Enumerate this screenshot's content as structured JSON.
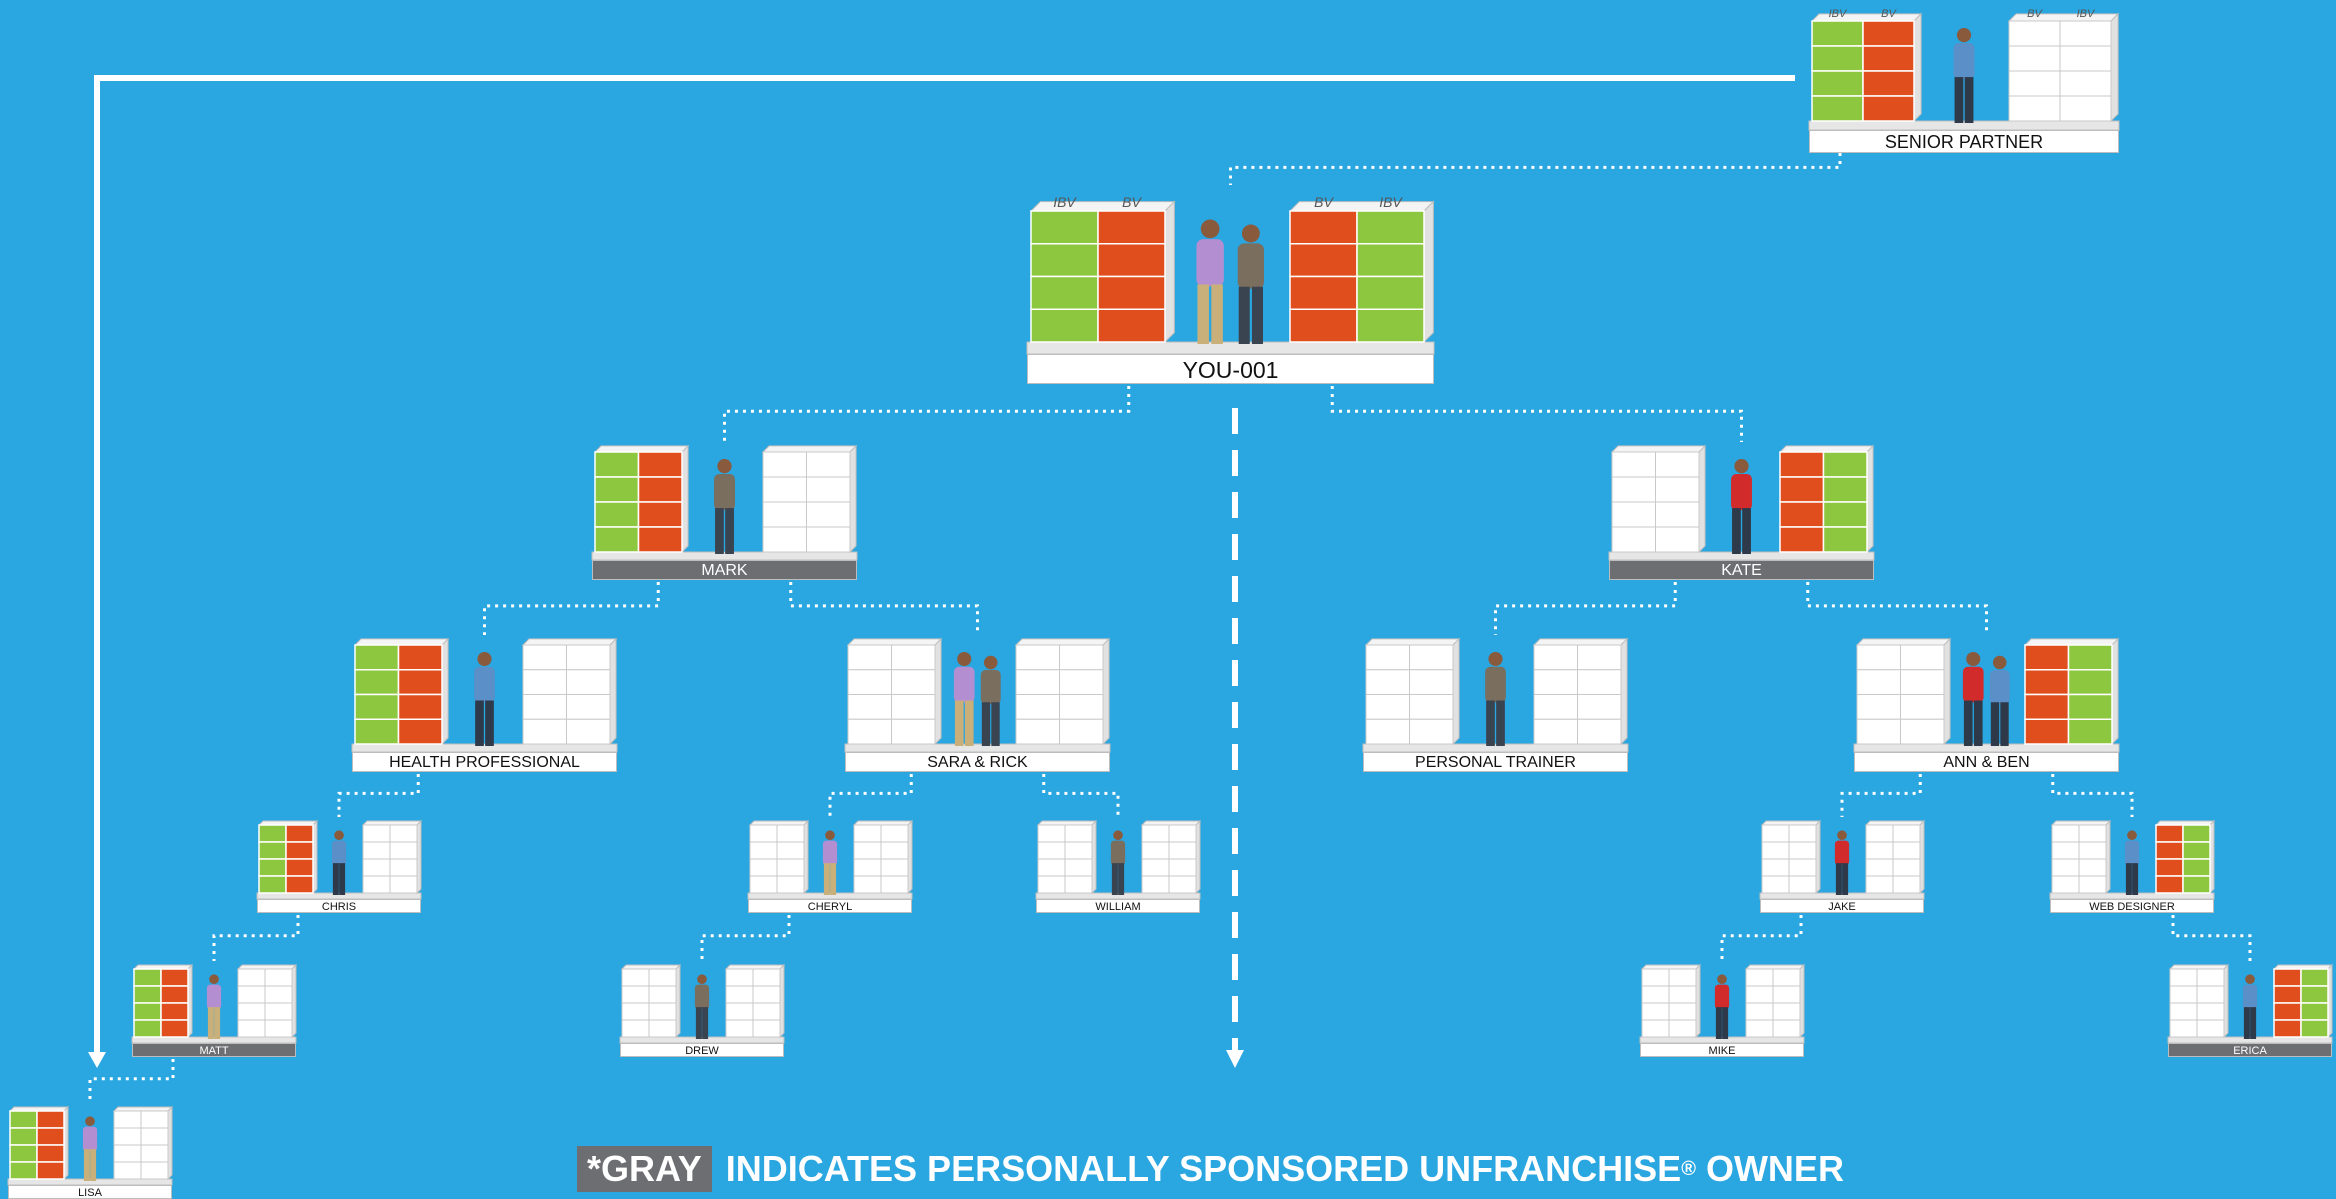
{
  "diagram": {
    "footnote": {
      "highlight": "*GRAY",
      "text": "INDICATES PERSONALLY SPONSORED UNFRANCHISE",
      "reg": "®",
      "tail": "OWNER"
    },
    "column_headers": {
      "ibv": "IBV",
      "bv": "BV"
    },
    "colors": {
      "background": "#2AA6E1",
      "ibv_green": "#8DC63F",
      "bv_red": "#E04E1E",
      "gray_label": "#6D6E71",
      "empty_box": "#FFFFFF"
    },
    "nodes": [
      {
        "id": "senior",
        "label": "SENIOR PARTNER",
        "gray": false,
        "left_fill": "ibv-bv",
        "right_fill": "none",
        "headers": true,
        "people": 1
      },
      {
        "id": "you",
        "label": "YOU-001",
        "gray": false,
        "left_fill": "ibv-bv",
        "right_fill": "bv-ibv",
        "headers": true,
        "people": 2
      },
      {
        "id": "mark",
        "label": "MARK",
        "gray": true,
        "left_fill": "ibv-bv",
        "right_fill": "none",
        "headers": false,
        "people": 1
      },
      {
        "id": "kate",
        "label": "KATE",
        "gray": true,
        "left_fill": "none",
        "right_fill": "bv-ibv",
        "headers": false,
        "people": 1
      },
      {
        "id": "health",
        "label": "HEALTH PROFESSIONAL",
        "gray": false,
        "left_fill": "ibv-bv",
        "right_fill": "none",
        "headers": false,
        "people": 1
      },
      {
        "id": "sara",
        "label": "SARA & RICK",
        "gray": false,
        "left_fill": "none",
        "right_fill": "none",
        "headers": false,
        "people": 2
      },
      {
        "id": "trainer",
        "label": "PERSONAL TRAINER",
        "gray": false,
        "left_fill": "none",
        "right_fill": "none",
        "headers": false,
        "people": 1
      },
      {
        "id": "annben",
        "label": "ANN & BEN",
        "gray": false,
        "left_fill": "none",
        "right_fill": "bv-ibv",
        "headers": false,
        "people": 2
      },
      {
        "id": "chris",
        "label": "CHRIS",
        "gray": false,
        "left_fill": "ibv-bv",
        "right_fill": "none",
        "headers": false,
        "people": 1
      },
      {
        "id": "cheryl",
        "label": "CHERYL",
        "gray": false,
        "left_fill": "none",
        "right_fill": "none",
        "headers": false,
        "people": 1
      },
      {
        "id": "william",
        "label": "WILLIAM",
        "gray": false,
        "left_fill": "none",
        "right_fill": "none",
        "headers": false,
        "people": 1
      },
      {
        "id": "jake",
        "label": "JAKE",
        "gray": false,
        "left_fill": "none",
        "right_fill": "none",
        "headers": false,
        "people": 1
      },
      {
        "id": "webdesigner",
        "label": "WEB DESIGNER",
        "gray": false,
        "left_fill": "none",
        "right_fill": "bv-ibv",
        "headers": false,
        "people": 1
      },
      {
        "id": "matt",
        "label": "MATT",
        "gray": true,
        "left_fill": "ibv-bv",
        "right_fill": "none",
        "headers": false,
        "people": 1
      },
      {
        "id": "drew",
        "label": "DREW",
        "gray": false,
        "left_fill": "none",
        "right_fill": "none",
        "headers": false,
        "people": 1
      },
      {
        "id": "mike",
        "label": "MIKE",
        "gray": false,
        "left_fill": "none",
        "right_fill": "none",
        "headers": false,
        "people": 1
      },
      {
        "id": "erica",
        "label": "ERICA",
        "gray": true,
        "left_fill": "none",
        "right_fill": "bv-ibv",
        "headers": false,
        "people": 1
      },
      {
        "id": "lisa",
        "label": "LISA",
        "gray": false,
        "left_fill": "ibv-bv",
        "right_fill": "none",
        "headers": false,
        "people": 1
      }
    ],
    "links": [
      {
        "from": "senior",
        "to": "you"
      },
      {
        "from": "you",
        "to": "mark"
      },
      {
        "from": "you",
        "to": "kate"
      },
      {
        "from": "mark",
        "to": "health"
      },
      {
        "from": "mark",
        "to": "sara"
      },
      {
        "from": "kate",
        "to": "trainer"
      },
      {
        "from": "kate",
        "to": "annben"
      },
      {
        "from": "health",
        "to": "chris"
      },
      {
        "from": "sara",
        "to": "cheryl"
      },
      {
        "from": "sara",
        "to": "william"
      },
      {
        "from": "annben",
        "to": "jake"
      },
      {
        "from": "annben",
        "to": "webdesigner"
      },
      {
        "from": "chris",
        "to": "matt"
      },
      {
        "from": "cheryl",
        "to": "drew"
      },
      {
        "from": "jake",
        "to": "mike"
      },
      {
        "from": "webdesigner",
        "to": "erica"
      },
      {
        "from": "matt",
        "to": "lisa"
      }
    ]
  }
}
